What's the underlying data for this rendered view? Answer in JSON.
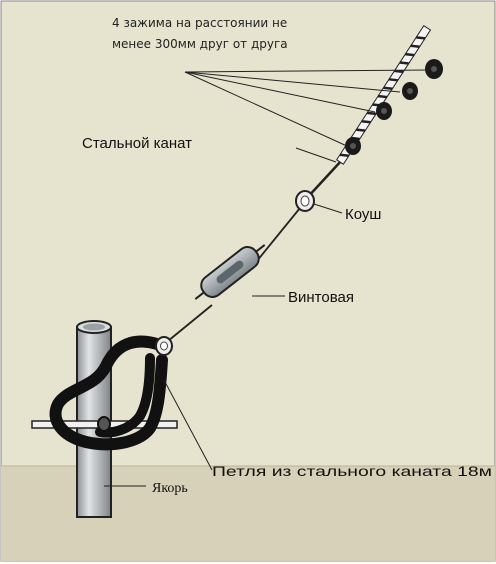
{
  "labels": {
    "clamp_note_line1": "4 зажима  на расстоянии  не",
    "clamp_note_line2": "менее 300мм друг от друга",
    "steel_rope": "Стальной канат",
    "thimble": "Коуш",
    "turnbuckle": "Винтовая",
    "loop": "Петля из стального каната 18м",
    "anchor": "Якорь"
  },
  "colors": {
    "background": "#e6e4cf",
    "ground": "#d6d1b8",
    "pipe": "#c8cbcd",
    "rope": "#222222",
    "turnbuckle": "#9ea6aa"
  }
}
